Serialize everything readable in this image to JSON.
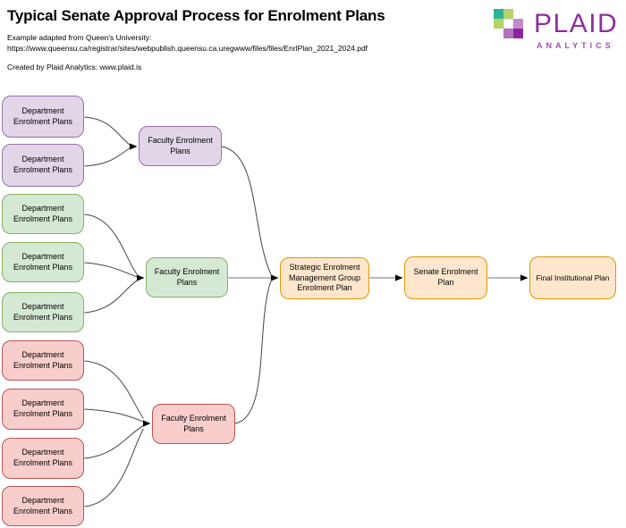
{
  "header": {
    "title": "Typical Senate Approval Process for Enrolment Plans",
    "source_line1": "Example adapted from Queen's University:",
    "source_line2": "https://www.queensu.ca/registrar/sites/webpublish.queensu.ca.uregwww/files/files/EnrlPlan_2021_2024.pdf",
    "credit": "Created by Plaid Analytics: www.plaid.is"
  },
  "logo": {
    "wordmark": "PLAID",
    "subtext": "ANALYTICS",
    "colors": {
      "teal": "#2eb298",
      "light_green": "#b5d36a",
      "light_purple": "#c18cc9",
      "mid_purple": "#b272bd",
      "dark_purple": "#90219c",
      "wordmark_purple": "#8e2f9e"
    }
  },
  "palette": {
    "purple_fill": "#E1D5E7",
    "purple_stroke": "#9673A6",
    "green_fill": "#D5E8D4",
    "green_stroke": "#82B366",
    "red_fill": "#F8CECC",
    "red_stroke": "#B85450",
    "orange_fill": "#FFE6CC",
    "orange_stroke": "#D79B00",
    "edge_curve": "#444444",
    "edge_straight": "#8c8c8c",
    "arrow": "#000000"
  },
  "diagram": {
    "nodes": [
      {
        "id": "department-purple-1",
        "label": "Department Enrolment Plans",
        "color": "purple"
      },
      {
        "id": "department-purple-2",
        "label": "Department Enrolment Plans",
        "color": "purple"
      },
      {
        "id": "faculty-purple",
        "label": "Faculty Enrolment Plans",
        "color": "purple"
      },
      {
        "id": "department-green-1",
        "label": "Department Enrolment Plans",
        "color": "green"
      },
      {
        "id": "department-green-2",
        "label": "Department Enrolment Plans",
        "color": "green"
      },
      {
        "id": "department-green-3",
        "label": "Department Enrolment Plans",
        "color": "green"
      },
      {
        "id": "faculty-green",
        "label": "Faculty Enrolment Plans",
        "color": "green"
      },
      {
        "id": "department-red-1",
        "label": "Department Enrolment Plans",
        "color": "red"
      },
      {
        "id": "department-red-2",
        "label": "Department Enrolment Plans",
        "color": "red"
      },
      {
        "id": "department-red-3",
        "label": "Department Enrolment Plans",
        "color": "red"
      },
      {
        "id": "department-red-4",
        "label": "Department Enrolment Plans",
        "color": "red"
      },
      {
        "id": "faculty-red",
        "label": "Faculty Enrolment Plans",
        "color": "red"
      },
      {
        "id": "strategic",
        "label": "Strategic Enrolment Management Group Enrolment Plan",
        "color": "orange"
      },
      {
        "id": "senate",
        "label": "Senate Enrolment Plan",
        "color": "orange"
      },
      {
        "id": "final",
        "label": "Final Institutional Plan",
        "color": "orange"
      }
    ],
    "edges": [
      {
        "from": "department-purple-1",
        "to": "faculty-purple"
      },
      {
        "from": "department-purple-2",
        "to": "faculty-purple"
      },
      {
        "from": "department-green-1",
        "to": "faculty-green"
      },
      {
        "from": "department-green-2",
        "to": "faculty-green"
      },
      {
        "from": "department-green-3",
        "to": "faculty-green"
      },
      {
        "from": "department-red-1",
        "to": "faculty-red"
      },
      {
        "from": "department-red-2",
        "to": "faculty-red"
      },
      {
        "from": "department-red-3",
        "to": "faculty-red"
      },
      {
        "from": "department-red-4",
        "to": "faculty-red"
      },
      {
        "from": "faculty-purple",
        "to": "strategic"
      },
      {
        "from": "faculty-green",
        "to": "strategic"
      },
      {
        "from": "faculty-red",
        "to": "strategic"
      },
      {
        "from": "strategic",
        "to": "senate"
      },
      {
        "from": "senate",
        "to": "final"
      }
    ]
  }
}
